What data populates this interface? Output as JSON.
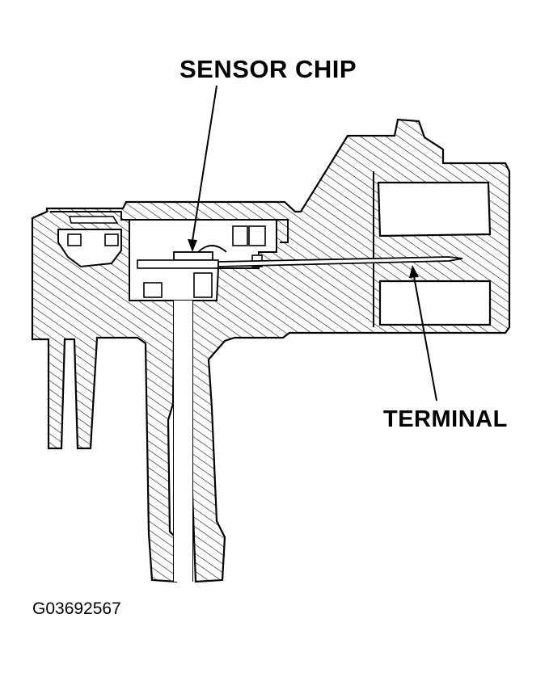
{
  "diagram": {
    "labels": {
      "sensor_chip": "SENSOR CHIP",
      "terminal": "TERMINAL"
    },
    "figure_id": "G03692567",
    "colors": {
      "ink": "#000000",
      "paper": "#ffffff"
    }
  }
}
